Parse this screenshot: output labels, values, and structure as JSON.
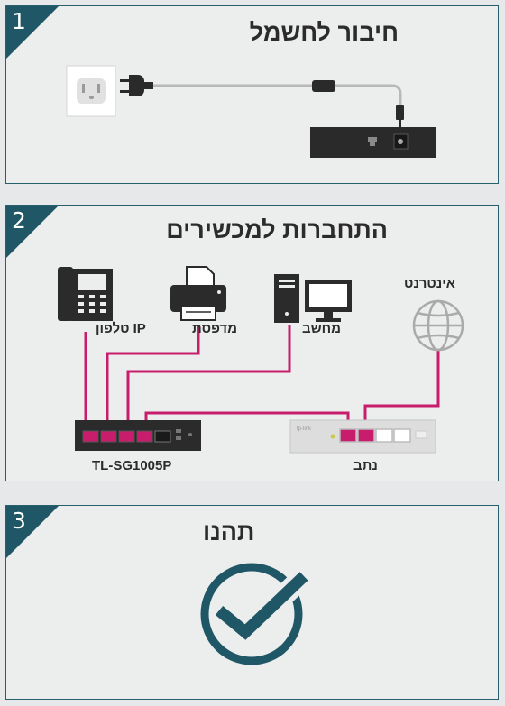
{
  "steps": [
    {
      "number": "1",
      "title": "חיבור לחשמל"
    },
    {
      "number": "2",
      "title": "התחברות למכשירים"
    },
    {
      "number": "3",
      "title": "תהנו"
    }
  ],
  "devices": {
    "phone": "טלפון IP",
    "printer": "מדפסת",
    "computer": "מחשב",
    "internet": "אינטרנט",
    "switch": "TL-SG1005P",
    "router": "נתב",
    "router_brand": "tp-link"
  },
  "colors": {
    "frame": "#26606f",
    "corner": "#1f5766",
    "cable": "#c81d6c",
    "check": "#1f5766"
  }
}
